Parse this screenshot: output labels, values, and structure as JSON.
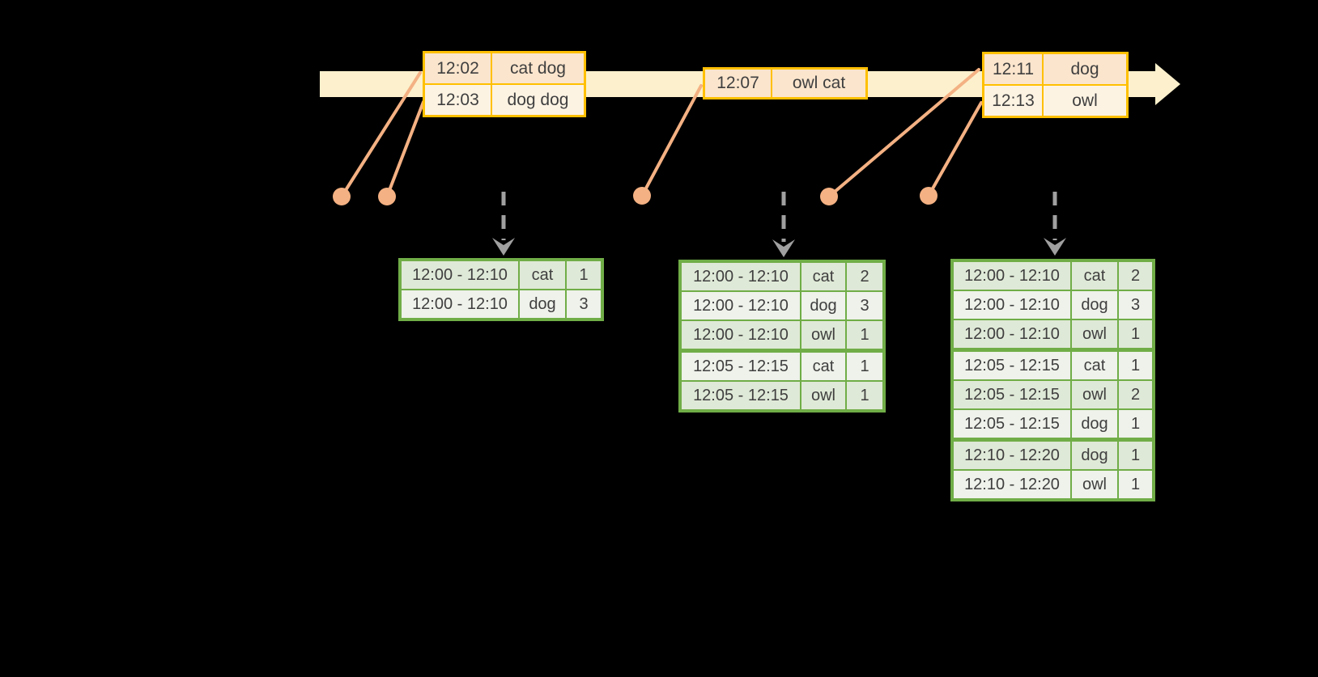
{
  "diagram": {
    "title": "windowed-grouped-aggregation-timeline",
    "event_tables": [
      {
        "rows": [
          {
            "time": "12:02",
            "words": "cat dog"
          },
          {
            "time": "12:03",
            "words": "dog dog"
          }
        ]
      },
      {
        "rows": [
          {
            "time": "12:07",
            "words": "owl cat"
          }
        ]
      },
      {
        "rows": [
          {
            "time": "12:11",
            "words": "dog"
          },
          {
            "time": "12:13",
            "words": "owl"
          }
        ]
      }
    ],
    "result_tables": [
      {
        "rows": [
          {
            "window": "12:00 - 12:10",
            "word": "cat",
            "count": "1"
          },
          {
            "window": "12:00 - 12:10",
            "word": "dog",
            "count": "3"
          }
        ]
      },
      {
        "rows": [
          {
            "window": "12:00 - 12:10",
            "word": "cat",
            "count": "2"
          },
          {
            "window": "12:00 - 12:10",
            "word": "dog",
            "count": "3"
          },
          {
            "window": "12:00 - 12:10",
            "word": "owl",
            "count": "1"
          },
          {
            "window": "12:05 - 12:15",
            "word": "cat",
            "count": "1"
          },
          {
            "window": "12:05 - 12:15",
            "word": "owl",
            "count": "1"
          }
        ]
      },
      {
        "rows": [
          {
            "window": "12:00 - 12:10",
            "word": "cat",
            "count": "2"
          },
          {
            "window": "12:00 - 12:10",
            "word": "dog",
            "count": "3"
          },
          {
            "window": "12:00 - 12:10",
            "word": "owl",
            "count": "1"
          },
          {
            "window": "12:05 - 12:15",
            "word": "cat",
            "count": "1"
          },
          {
            "window": "12:05 - 12:15",
            "word": "owl",
            "count": "2"
          },
          {
            "window": "12:05 - 12:15",
            "word": "dog",
            "count": "1"
          },
          {
            "window": "12:10 - 12:20",
            "word": "dog",
            "count": "1"
          },
          {
            "window": "12:10 - 12:20",
            "word": "owl",
            "count": "1"
          }
        ]
      }
    ],
    "colors": {
      "band": "#fcf1cc",
      "eventBorder": "#ffc000",
      "eventRowA": "#fbe5cd",
      "eventRowB": "#fdf3e3",
      "connector": "#f4b183",
      "trigger": "#a0a0a0",
      "resultBorder": "#70ad47",
      "resultRowA": "#dfe9d7",
      "resultRowB": "#eef2ea",
      "text": "#3f3f3f",
      "background": "#000000"
    }
  }
}
